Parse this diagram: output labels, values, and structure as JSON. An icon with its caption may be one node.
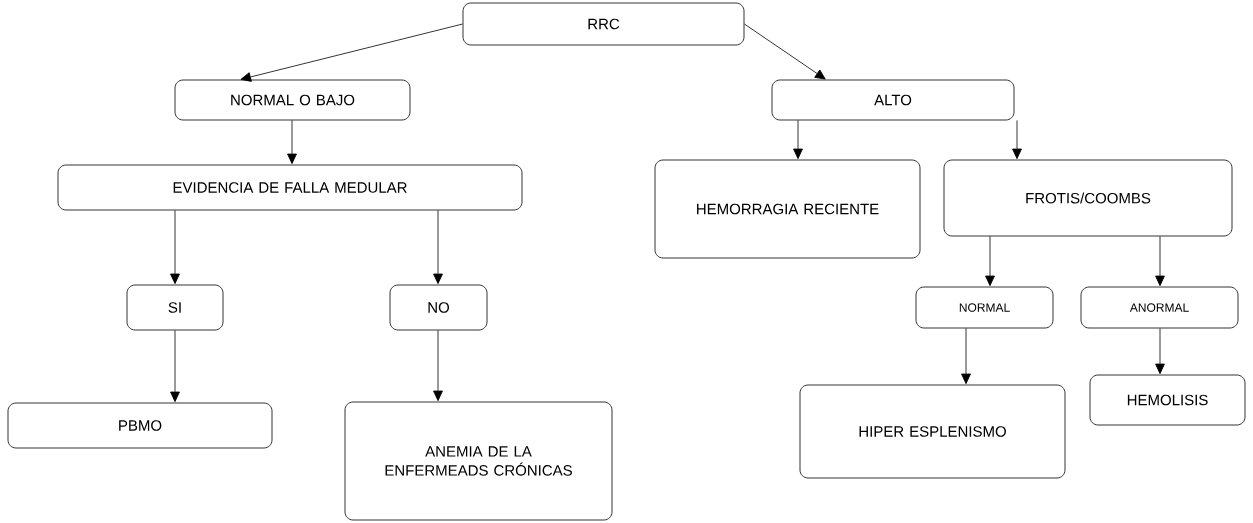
{
  "diagram": {
    "nodes": [
      {
        "text": [
          "RRC"
        ]
      },
      {
        "text": [
          "NORMAL O BAJO"
        ]
      },
      {
        "text": [
          "ALTO"
        ]
      },
      {
        "text": [
          "EVIDENCIA DE FALLA MEDULAR"
        ]
      },
      {
        "text": [
          "HEMORRAGIA RECIENTE"
        ]
      },
      {
        "text": [
          "FROTIS/COOMBS"
        ]
      },
      {
        "text": [
          "SI"
        ]
      },
      {
        "text": [
          "NO"
        ]
      },
      {
        "text": [
          "NORMAL"
        ]
      },
      {
        "text": [
          "ANORMAL"
        ]
      },
      {
        "text": [
          "PBMO"
        ]
      },
      {
        "text": [
          "ANEMIA DE LA ENFERMEADS CRÓNICAS"
        ]
      },
      {
        "text": [
          "HIPER ESPLENISMO"
        ]
      },
      {
        "text": [
          "HEMOLISIS"
        ]
      }
    ],
    "edges": [
      {
        "from": 0,
        "to": 1,
        "arrow": "to"
      },
      {
        "from": 0,
        "to": 2,
        "arrow": "to"
      },
      {
        "from": 1,
        "to": 3,
        "arrow": "to"
      },
      {
        "from": 2,
        "to": 4,
        "arrow": "to"
      },
      {
        "from": 2,
        "to": 5,
        "arrow": "to"
      },
      {
        "from": 3,
        "to": 6,
        "arrow": "to"
      },
      {
        "from": 3,
        "to": 7,
        "arrow": "to"
      },
      {
        "from": 5,
        "to": 8,
        "arrow": "to"
      },
      {
        "from": 5,
        "to": 9,
        "arrow": "to"
      },
      {
        "from": 6,
        "to": 10,
        "arrow": "to"
      },
      {
        "from": 7,
        "to": 11,
        "arrow": "to"
      },
      {
        "from": 8,
        "to": 12,
        "arrow": "to"
      },
      {
        "from": 9,
        "to": 13,
        "arrow": "to"
      }
    ]
  }
}
